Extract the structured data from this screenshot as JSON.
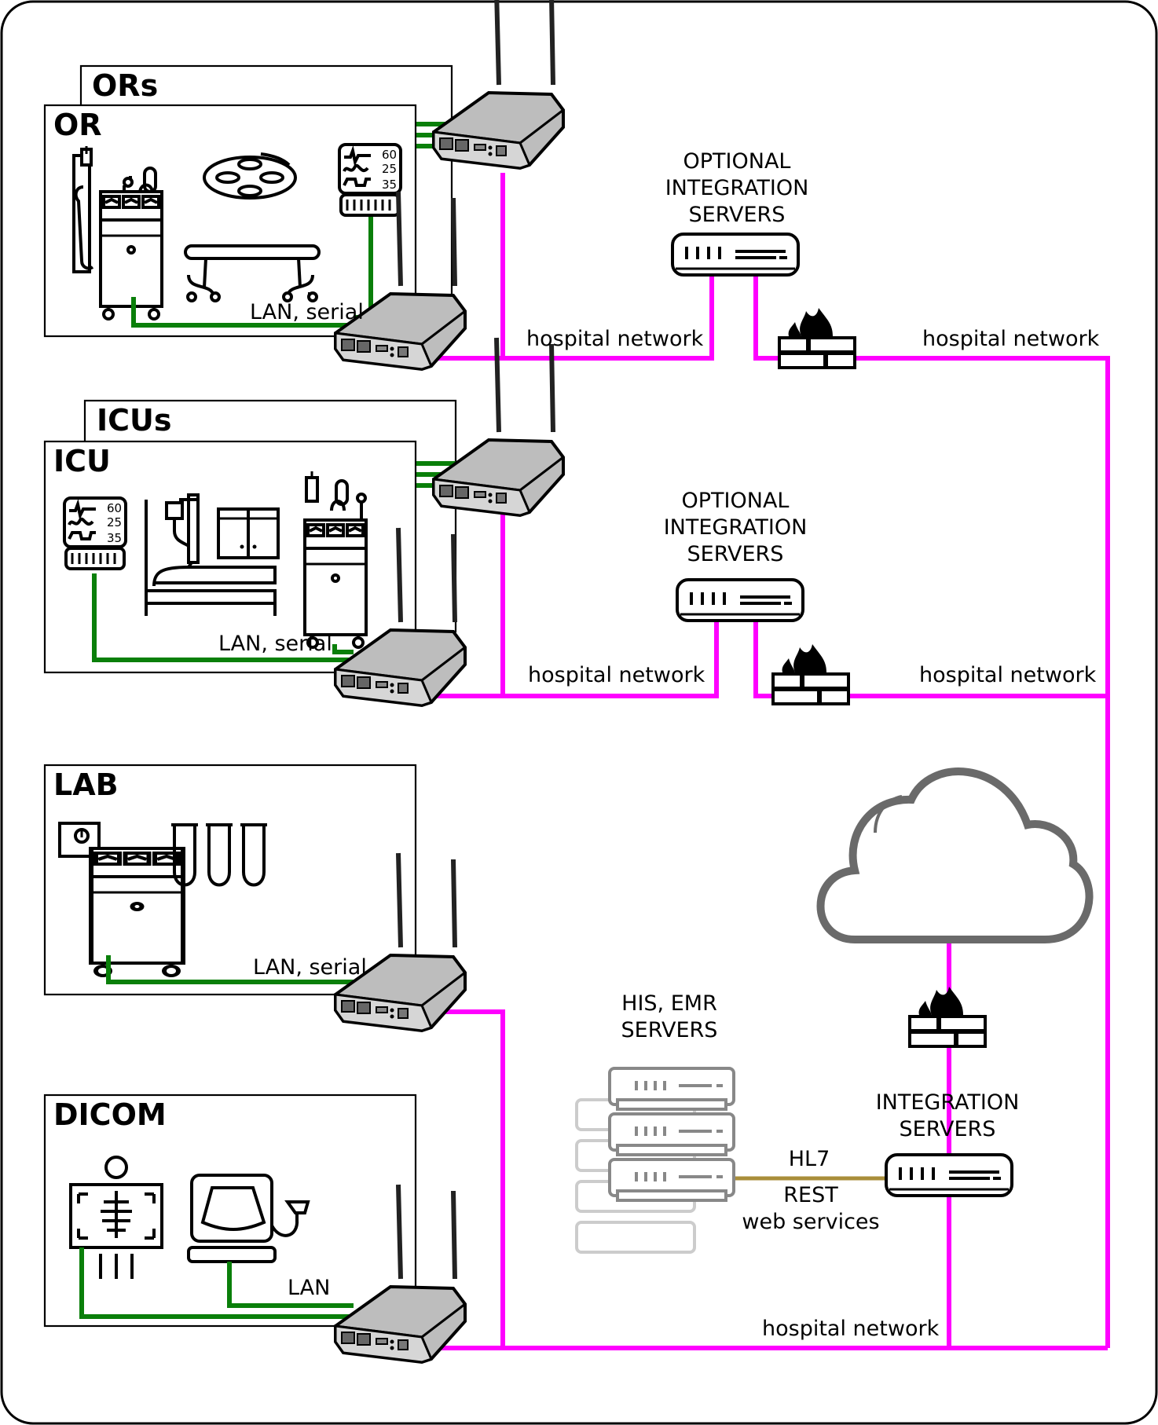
{
  "sites": {
    "ors_stack": "ORs",
    "or": "OR",
    "icus_stack": "ICUs",
    "icu": "ICU",
    "lab": "LAB",
    "dicom": "DICOM"
  },
  "links": {
    "or_lan": "LAN, serial",
    "icu_lan": "LAN, serial",
    "lab_lan": "LAN, serial",
    "dicom_lan": "LAN"
  },
  "monitor_values": [
    "60",
    "25",
    "35"
  ],
  "optional_servers_1": [
    "OPTIONAL",
    "INTEGRATION",
    "SERVERS"
  ],
  "optional_servers_2": [
    "OPTIONAL",
    "INTEGRATION",
    "SERVERS"
  ],
  "network_labels": {
    "row1_left": "hospital network",
    "row1_right": "hospital network",
    "row2_left": "hospital network",
    "row2_right": "hospital network",
    "bottom": "hospital network"
  },
  "his_emr": [
    "HIS, EMR",
    "SERVERS"
  ],
  "integration_servers": [
    "INTEGRATION",
    "SERVERS"
  ],
  "protocols": {
    "hl7": "HL7",
    "rest": "REST",
    "web_services": "web services"
  },
  "colors": {
    "hospital_network": "#ff00ff",
    "device_link": "#0a7f0a",
    "hl7_link": "#a98e3a"
  },
  "icons": [
    "router-icon",
    "server-icon",
    "firewall-icon",
    "cloud-icon",
    "patient-monitor-icon",
    "anesthesia-machine-icon",
    "surgical-light-icon",
    "operating-table-icon",
    "hospital-bed-icon",
    "cabinet-icon",
    "test-tubes-icon",
    "lab-analyzer-icon",
    "xray-icon",
    "ultrasound-icon",
    "server-rack-icon"
  ]
}
